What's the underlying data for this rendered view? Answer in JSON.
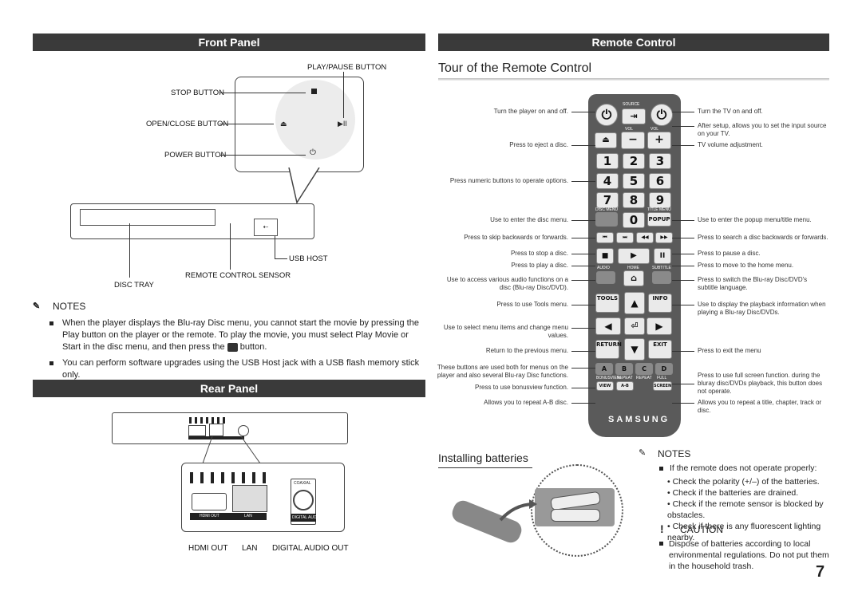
{
  "front_panel": {
    "title": "Front Panel",
    "labels": {
      "play_pause": "PLAY/PAUSE BUTTON",
      "stop": "STOP BUTTON",
      "open_close": "OPEN/CLOSE BUTTON",
      "power": "POWER BUTTON",
      "usb_host": "USB HOST",
      "remote_sensor": "REMOTE CONTROL SENSOR",
      "disc_tray": "DISC TRAY"
    }
  },
  "notes": {
    "heading": "NOTES",
    "items": [
      "When the player displays the Blu-ray Disc menu, you cannot start the movie by pressing the Play button on the player or the remote. To play the movie, you must select Play Movie or Start in the disc menu, and then press the",
      "You can perform software upgrades using the USB Host jack with a USB flash memory stick only."
    ],
    "item1_suffix": "button."
  },
  "rear_panel": {
    "title": "Rear Panel",
    "labels": {
      "hdmi_out": "HDMI OUT",
      "lan": "LAN",
      "digital_audio_out": "DIGITAL AUDIO OUT",
      "coaxial": "COAXIAL",
      "hdmi_small": "HDMI OUT",
      "lan_small": "LAN",
      "digital_small": "DIGITAL AUDIO OUT"
    }
  },
  "remote_control": {
    "title": "Remote Control",
    "tour_heading": "Tour of the Remote Control",
    "brand": "SAMSUNG",
    "left_annotations": [
      "Turn the player on and off.",
      "Press to eject a disc.",
      "Press numeric buttons to operate options.",
      "Use to enter the disc menu.",
      "Press to skip backwards or forwards.",
      "Press to stop a disc.",
      "Press to play a disc.",
      "Use to access various audio functions on a disc (Blu-ray Disc/DVD).",
      "Press to use Tools menu.",
      "Use to select menu items and change menu values.",
      "Return to the previous menu.",
      "These buttons are used both for menus on the player and also several Blu-ray Disc functions.",
      "Press to use bonusview function.",
      "Allows you to repeat A-B disc."
    ],
    "right_annotations": [
      "Turn the TV on and off.",
      "After setup, allows you to set the input source on your TV.",
      "TV volume adjustment.",
      "Use to enter the popup menu/title menu.",
      "Press to search a disc backwards or forwards.",
      "Press to pause a disc.",
      "Press to move to the home menu.",
      "Press to switch the Blu-ray Disc/DVD's subtitle language.",
      "Use to display the playback information when playing a Blu-ray Disc/DVDs.",
      "Press to exit the menu",
      "Press to use full screen function. during the bluray disc/DVDs playback, this button does not operate.",
      "Allows you to repeat a title, chapter, track or disc."
    ],
    "buttons": {
      "source": "SOURCE",
      "vol": "VOL",
      "vol2": "VOL",
      "digits": [
        "1",
        "2",
        "3",
        "4",
        "5",
        "6",
        "7",
        "8",
        "9",
        "0"
      ],
      "disc_menu": "DISC MENU",
      "title_menu": "TITLE MENU",
      "popup": "POPUP",
      "audio": "AUDIO",
      "home": "HOME",
      "subtitle": "SUBTITLE",
      "tools": "TOOLS",
      "info": "INFO",
      "return": "RETURN",
      "exit": "EXIT",
      "a": "A",
      "b": "B",
      "c": "C",
      "d": "D",
      "bonusview": "BONUSVIEW",
      "repeat": "REPEAT",
      "repeat2": "REPEAT",
      "full": "FULL",
      "view": "VIEW",
      "ab": "A-B",
      "screen": "SCREEN"
    }
  },
  "batteries": {
    "heading": "Installing batteries"
  },
  "notes2": {
    "heading": "NOTES",
    "intro": "If the remote does not operate properly:",
    "bullets": [
      "Check the polarity (+/–) of the batteries.",
      "Check if the batteries are drained.",
      "Check if the remote sensor is blocked by obstacles.",
      "Check if there is any fluorescent lighting nearby."
    ]
  },
  "caution": {
    "heading": "CAUTION",
    "text": "Dispose of batteries according to local environmental regulations. Do not put them in the household trash."
  },
  "page_number": "7"
}
